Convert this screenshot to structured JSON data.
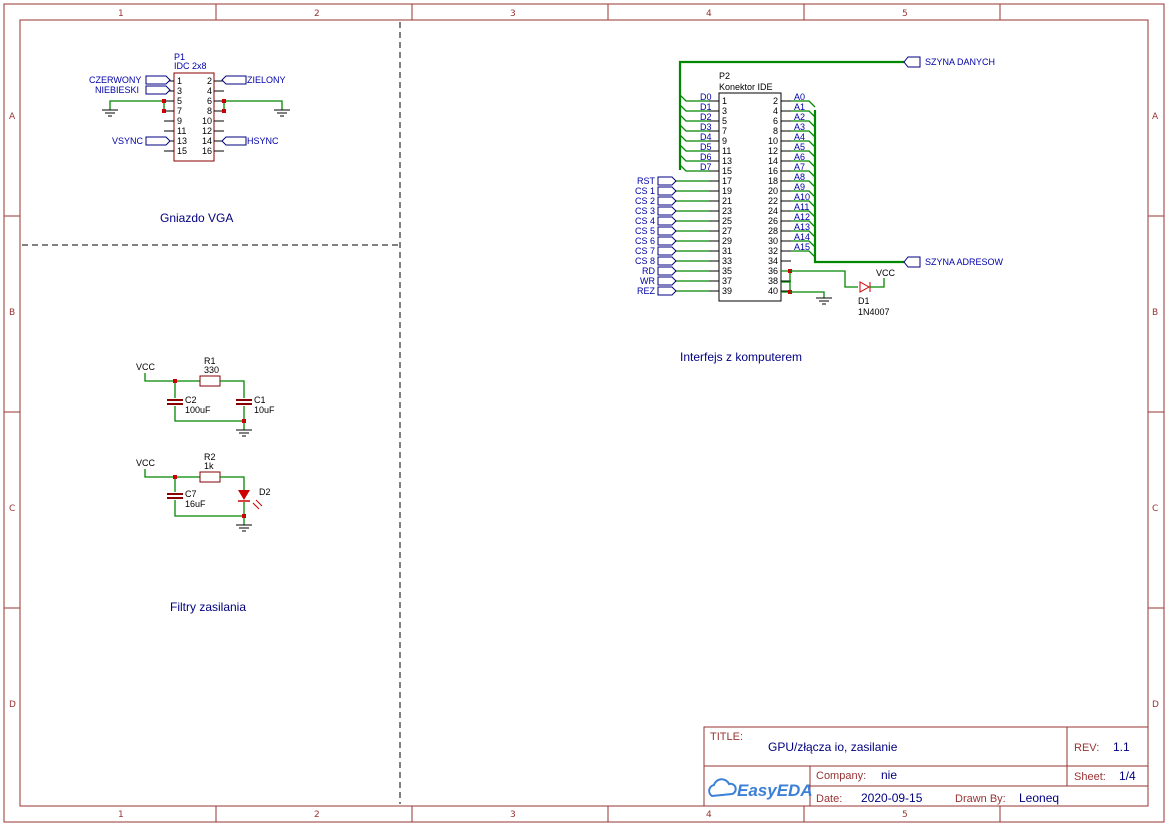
{
  "frame": {
    "columns": [
      "1",
      "2",
      "3",
      "4",
      "5"
    ],
    "rows": [
      "A",
      "B",
      "C",
      "D"
    ]
  },
  "sections": {
    "vga": "Gniazdo VGA",
    "filters": "Filtry zasilania",
    "interface": "Interfejs z komputerem"
  },
  "p1": {
    "ref": "P1",
    "name": "IDC 2x8",
    "left_pins": [
      "1",
      "3",
      "5",
      "7",
      "9",
      "11",
      "13",
      "15"
    ],
    "right_pins": [
      "2",
      "4",
      "6",
      "8",
      "10",
      "12",
      "14",
      "16"
    ],
    "nets": {
      "czerwony": "CZERWONY",
      "niebieski": "NIEBIESKI",
      "zielony": "ZIELONY",
      "vsync": "VSYNC",
      "hsync": "HSYNC"
    }
  },
  "p2": {
    "ref": "P2",
    "name": "Konektor IDE",
    "left_pins": [
      "1",
      "3",
      "5",
      "7",
      "9",
      "11",
      "13",
      "15",
      "17",
      "19",
      "21",
      "23",
      "25",
      "27",
      "29",
      "31",
      "33",
      "35",
      "37",
      "39"
    ],
    "right_pins": [
      "2",
      "4",
      "6",
      "8",
      "10",
      "12",
      "14",
      "16",
      "18",
      "20",
      "22",
      "24",
      "26",
      "28",
      "30",
      "32",
      "34",
      "36",
      "38",
      "40"
    ],
    "left_nets_data": [
      "D0",
      "D1",
      "D2",
      "D3",
      "D4",
      "D5",
      "D6",
      "D7"
    ],
    "left_nets_ctrl": [
      "RST",
      "CS 1",
      "CS 2",
      "CS 3",
      "CS 4",
      "CS 5",
      "CS 6",
      "CS 7",
      "CS 8",
      "RD",
      "WR",
      "REZ"
    ],
    "right_nets": [
      "A0",
      "A1",
      "A2",
      "A3",
      "A4",
      "A5",
      "A6",
      "A7",
      "A8",
      "A9",
      "A10",
      "A11",
      "A12",
      "A13",
      "A14",
      "A15"
    ],
    "bus_data": "SZYNA DANYCH",
    "bus_addr": "SZYNA ADRESOW"
  },
  "d1": {
    "ref": "D1",
    "value": "1N4007",
    "vcc": "VCC"
  },
  "r1": {
    "ref": "R1",
    "value": "330"
  },
  "c2": {
    "ref": "C2",
    "value": "100uF"
  },
  "c1": {
    "ref": "C1",
    "value": "10uF"
  },
  "r2": {
    "ref": "R2",
    "value": "1k"
  },
  "c7": {
    "ref": "C7",
    "value": "16uF"
  },
  "d2": {
    "ref": "D2"
  },
  "vcc1": "VCC",
  "vcc2": "VCC",
  "titleblock": {
    "title_label": "TITLE:",
    "title": "GPU/złącza io, zasilanie",
    "rev_label": "REV:",
    "rev": "1.1",
    "company_label": "Company:",
    "company": "nie",
    "sheet_label": "Sheet:",
    "sheet": "1/4",
    "date_label": "Date:",
    "date": "2020-09-15",
    "drawn_label": "Drawn By:",
    "drawn": "Leoneq",
    "logo": "EasyEDA"
  }
}
